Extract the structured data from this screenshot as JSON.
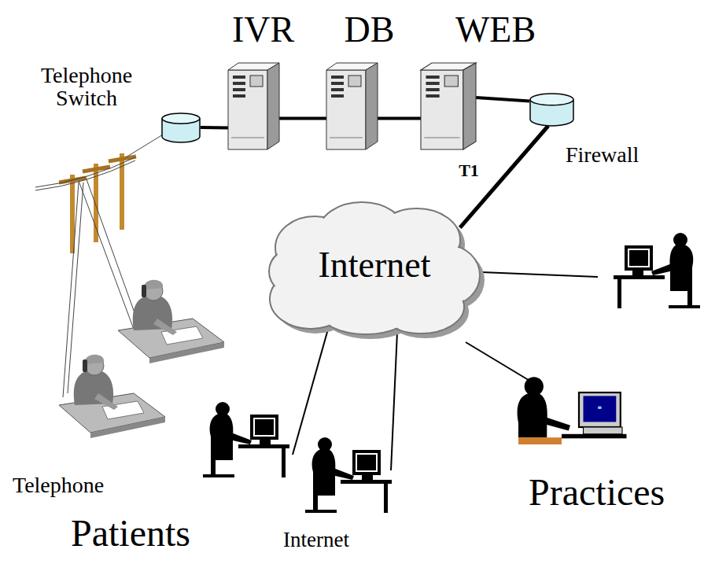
{
  "diagram": {
    "nodes": [
      {
        "text": [
          "Telephone Switch"
        ]
      },
      {
        "text": [
          "IVR"
        ]
      },
      {
        "text": [
          "DB"
        ]
      },
      {
        "text": [
          "WEB"
        ]
      },
      {
        "text": [
          "Firewall"
        ]
      },
      {
        "text": [
          "Internet"
        ]
      }
    ],
    "edges": [
      {
        "from": 0,
        "to": 1,
        "arrow": "none"
      },
      {
        "from": 1,
        "to": 2,
        "arrow": "none"
      },
      {
        "from": 2,
        "to": 3,
        "arrow": "none"
      },
      {
        "from": 3,
        "to": 4,
        "arrow": "none"
      },
      {
        "from": 4,
        "to": 5,
        "label": "T1",
        "arrow": "none"
      }
    ],
    "labels": [
      "Telephone",
      "Patients",
      "Internet",
      "Practices"
    ]
  }
}
